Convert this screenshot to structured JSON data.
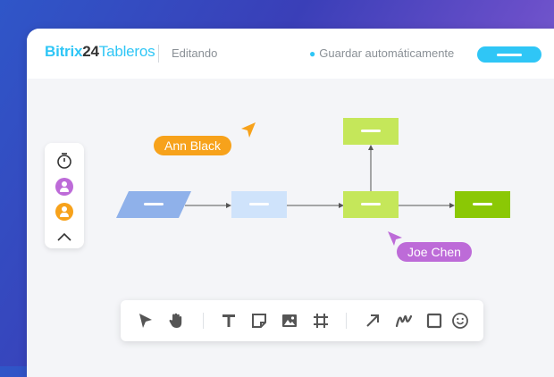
{
  "header": {
    "logo": {
      "part1": "Bitrix",
      "part2": "24",
      "part3": "Tableros"
    },
    "mode": "Editando",
    "autosave": "Guardar automáticamente"
  },
  "collaborators": [
    {
      "name": "Ann Black",
      "color": "#f7a21b"
    },
    {
      "name": "Joe Chen",
      "color": "#bd6bd8"
    }
  ],
  "leftpanel": {
    "items": [
      "timer-icon",
      "user-purple-icon",
      "user-orange-icon",
      "chevron-up-icon"
    ],
    "colors": {
      "purple": "#bd6bd8",
      "orange": "#f7a21b"
    }
  },
  "diagram": {
    "colors": {
      "parallelogram": "#8fb1ea",
      "process": "#cfe3fb",
      "decision": "#c5e75a",
      "top": "#c5e75a",
      "end": "#8bc805"
    }
  },
  "toolbar": {
    "tools": [
      "pointer-icon",
      "hand-icon",
      "text-icon",
      "sticky-note-icon",
      "image-icon",
      "frame-icon",
      "arrow-icon",
      "pen-icon",
      "shape-icon",
      "emoji-icon"
    ]
  },
  "colors": {
    "accent": "#2fc6f6"
  }
}
